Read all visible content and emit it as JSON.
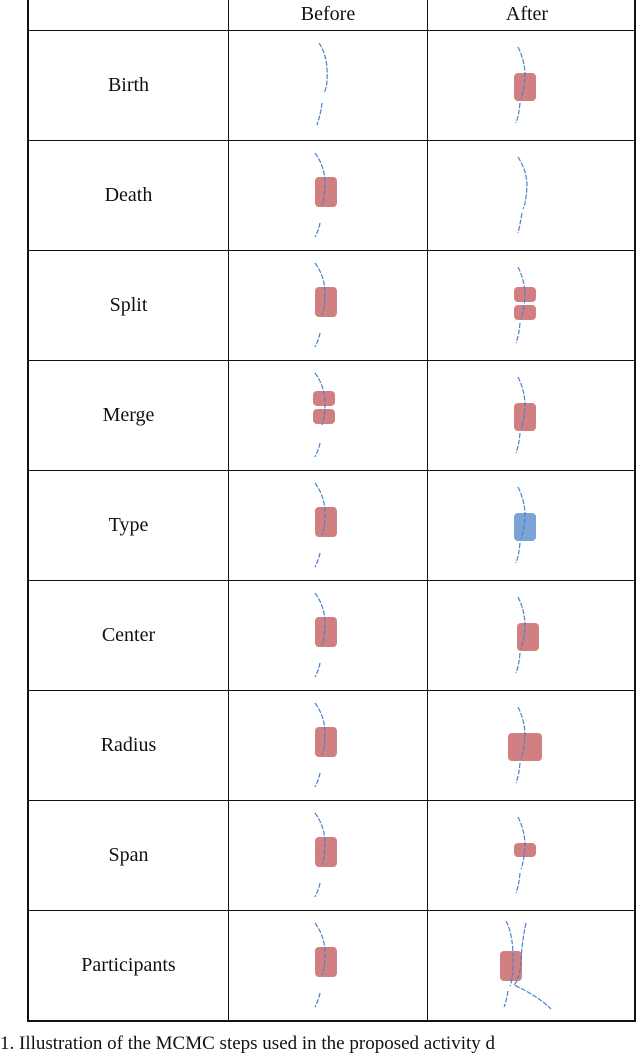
{
  "header": {
    "empty": "",
    "before": "Before",
    "after": "After"
  },
  "rows": [
    {
      "label": "Birth"
    },
    {
      "label": "Death"
    },
    {
      "label": "Split"
    },
    {
      "label": "Merge"
    },
    {
      "label": "Type"
    },
    {
      "label": "Center"
    },
    {
      "label": "Radius"
    },
    {
      "label": "Span"
    },
    {
      "label": "Participants"
    }
  ],
  "colors": {
    "activity_red": "#d27f82",
    "activity_blue": "#7ca3d6",
    "trajectory": "#4a82cc"
  },
  "caption": "1.   Illustration of the MCMC steps used in the proposed activity d"
}
